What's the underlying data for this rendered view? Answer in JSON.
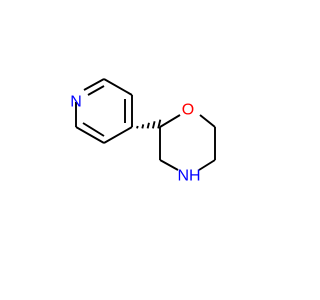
{
  "molecule": {
    "atoms": {
      "pyridine_nitrogen": "N",
      "ring_oxygen": "O",
      "amine": "NH"
    },
    "colors": {
      "bond": "#000000",
      "nitrogen": "#0000FF",
      "oxygen": "#FF0000"
    }
  }
}
